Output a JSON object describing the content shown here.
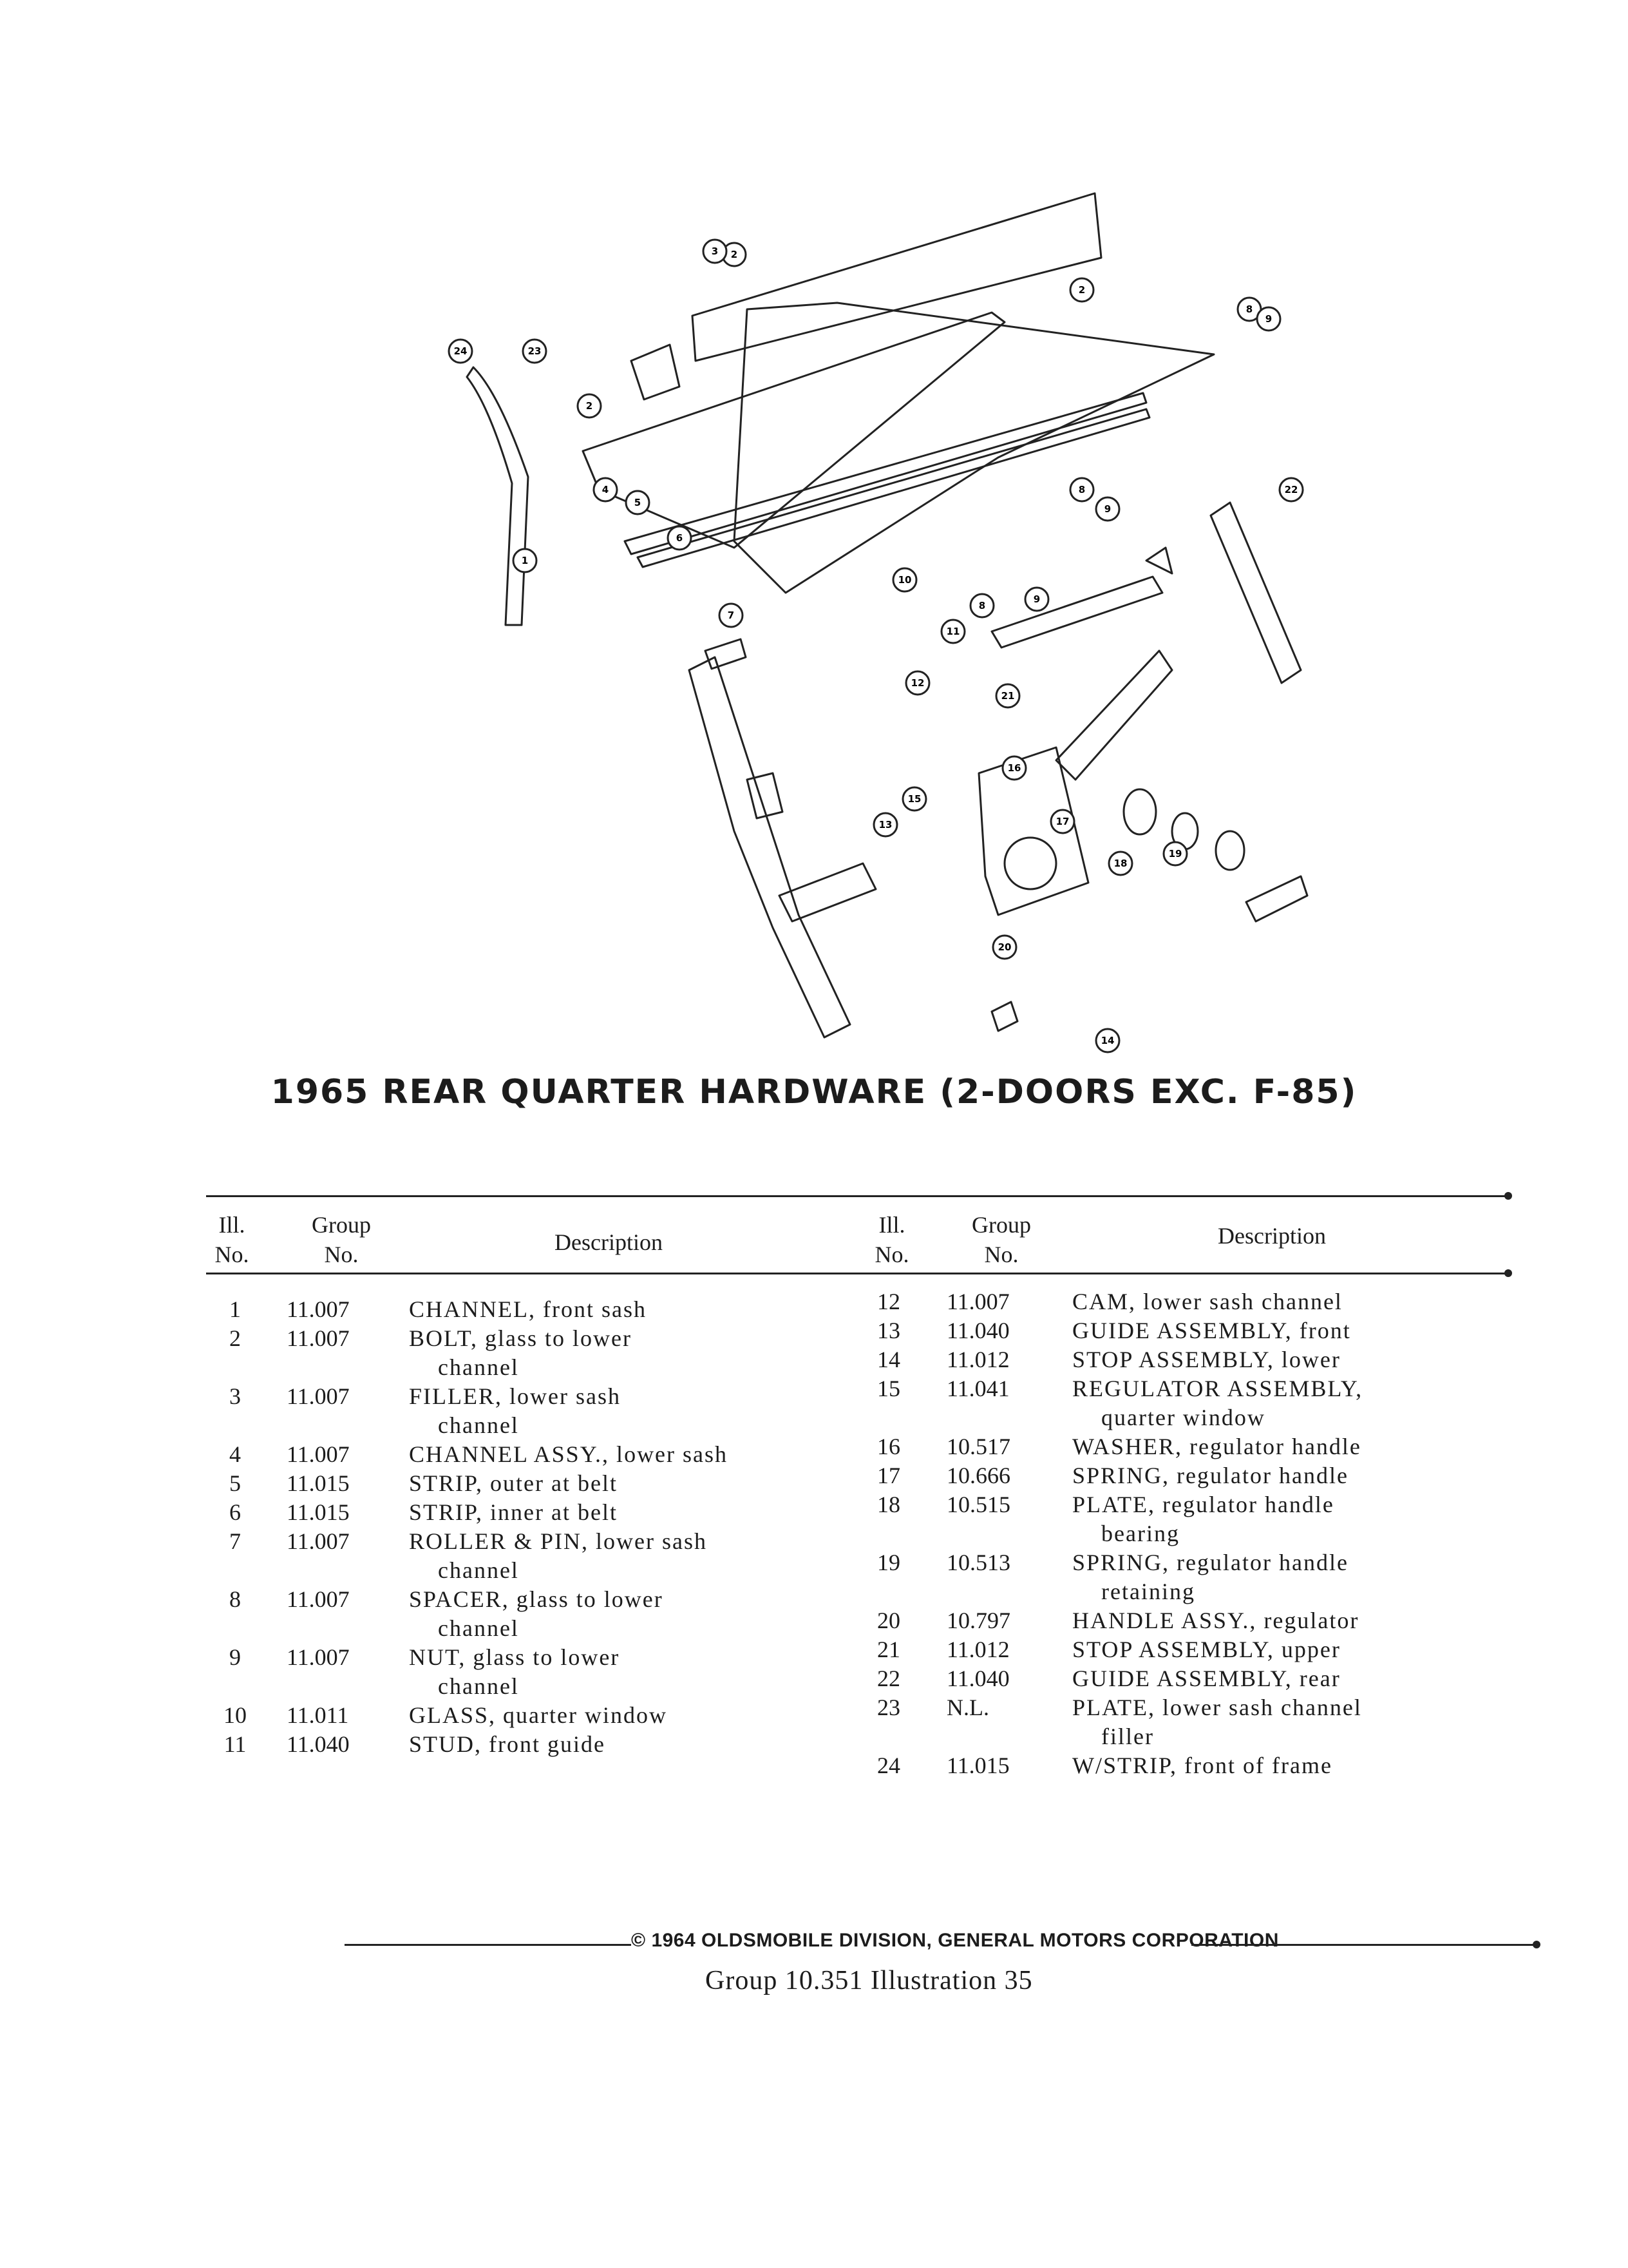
{
  "diagram": {
    "callouts": [
      "1",
      "2",
      "2",
      "2",
      "3",
      "4",
      "5",
      "6",
      "7",
      "8",
      "8",
      "8",
      "9",
      "9",
      "9",
      "10",
      "11",
      "12",
      "13",
      "14",
      "15",
      "16",
      "17",
      "18",
      "19",
      "20",
      "21",
      "22",
      "23",
      "24"
    ]
  },
  "title": "1965 REAR QUARTER HARDWARE (2-DOORS EXC. F-85)",
  "headers": {
    "ill_no": "Ill.\nNo.",
    "group_no": "Group\nNo.",
    "description": "Description"
  },
  "parts_left": [
    {
      "ill": "1",
      "group": "11.007",
      "desc": "CHANNEL, front sash",
      "cont": ""
    },
    {
      "ill": "2",
      "group": "11.007",
      "desc": "BOLT, glass to lower",
      "cont": "channel"
    },
    {
      "ill": "3",
      "group": "11.007",
      "desc": "FILLER, lower sash",
      "cont": "channel"
    },
    {
      "ill": "4",
      "group": "11.007",
      "desc": "CHANNEL ASSY., lower sash",
      "cont": ""
    },
    {
      "ill": "5",
      "group": "11.015",
      "desc": "STRIP, outer at belt",
      "cont": ""
    },
    {
      "ill": "6",
      "group": "11.015",
      "desc": "STRIP, inner at belt",
      "cont": ""
    },
    {
      "ill": "7",
      "group": "11.007",
      "desc": "ROLLER & PIN, lower sash",
      "cont": "channel"
    },
    {
      "ill": "8",
      "group": "11.007",
      "desc": "SPACER, glass to lower",
      "cont": "channel"
    },
    {
      "ill": "9",
      "group": "11.007",
      "desc": "NUT, glass to lower",
      "cont": "channel"
    },
    {
      "ill": "10",
      "group": "11.011",
      "desc": "GLASS, quarter window",
      "cont": ""
    },
    {
      "ill": "11",
      "group": "11.040",
      "desc": "STUD, front guide",
      "cont": ""
    }
  ],
  "parts_right": [
    {
      "ill": "12",
      "group": "11.007",
      "desc": "CAM, lower sash channel",
      "cont": ""
    },
    {
      "ill": "13",
      "group": "11.040",
      "desc": "GUIDE ASSEMBLY, front",
      "cont": ""
    },
    {
      "ill": "14",
      "group": "11.012",
      "desc": "STOP ASSEMBLY, lower",
      "cont": ""
    },
    {
      "ill": "15",
      "group": "11.041",
      "desc": "REGULATOR ASSEMBLY,",
      "cont": "quarter window"
    },
    {
      "ill": "16",
      "group": "10.517",
      "desc": "WASHER, regulator handle",
      "cont": ""
    },
    {
      "ill": "17",
      "group": "10.666",
      "desc": "SPRING, regulator handle",
      "cont": ""
    },
    {
      "ill": "18",
      "group": "10.515",
      "desc": "PLATE, regulator handle",
      "cont": "bearing"
    },
    {
      "ill": "19",
      "group": "10.513",
      "desc": "SPRING, regulator handle",
      "cont": "retaining"
    },
    {
      "ill": "20",
      "group": "10.797",
      "desc": "HANDLE ASSY., regulator",
      "cont": ""
    },
    {
      "ill": "21",
      "group": "11.012",
      "desc": "STOP ASSEMBLY, upper",
      "cont": ""
    },
    {
      "ill": "22",
      "group": "11.040",
      "desc": "GUIDE ASSEMBLY, rear",
      "cont": ""
    },
    {
      "ill": "23",
      "group": "N.L.",
      "desc": "PLATE, lower sash channel",
      "cont": "filler"
    },
    {
      "ill": "24",
      "group": "11.015",
      "desc": "W/STRIP, front of frame",
      "cont": ""
    }
  ],
  "footer": {
    "copyright": "© 1964 OLDSMOBILE DIVISION, GENERAL MOTORS CORPORATION",
    "group_illustration": "Group 10.351   Illustration 35"
  }
}
